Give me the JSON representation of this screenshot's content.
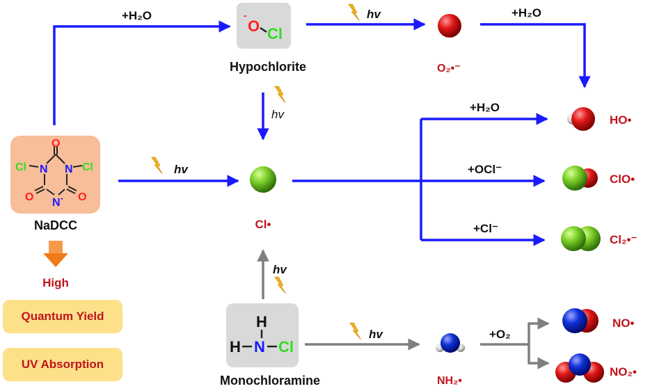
{
  "reagents": {
    "water_top_left": "+H₂O",
    "water_top_right": "+H₂O",
    "water_mid": "+H₂O",
    "ocl": "+OCl⁻",
    "cl": "+Cl⁻",
    "o2": "+O₂"
  },
  "light": {
    "hv1": "hv",
    "hv2": "hv",
    "hv3": "hv",
    "hv4": "hv",
    "hv5": "hv"
  },
  "nodes": {
    "hypochlorite": "Hypochlorite",
    "nadcc": "NaDCC",
    "monochloramine": "Monochloramine",
    "superoxide": "O₂•⁻",
    "cl_radical": "Cl•",
    "ho_radical": "HO•",
    "clo_radical": "ClO•",
    "cl2_radical": "Cl₂•⁻",
    "nh2_radical": "NH₂•",
    "no_radical": "NO•",
    "no2_radical": "NO₂•"
  },
  "structures": {
    "hypochlorite_o": "O",
    "hypochlorite_charge": "-",
    "hypochlorite_cl": "Cl",
    "mono_h_top": "H",
    "mono_h_left": "H",
    "mono_n": "N",
    "mono_cl": "Cl",
    "nadcc_cl_left": "Cl",
    "nadcc_cl_right": "Cl",
    "nadcc_n_left": "N",
    "nadcc_n_right": "N",
    "nadcc_n_bottom": "N",
    "nadcc_n_charge": "-",
    "nadcc_o_top": "O",
    "nadcc_o_left": "O",
    "nadcc_o_right": "O"
  },
  "properties": {
    "high": "High",
    "quantum_yield": "Quantum Yield",
    "uv_absorption": "UV Absorption"
  },
  "colors": {
    "blue_arrow": "#1a1aff",
    "gray_arrow": "#7f7f7f",
    "label_red": "#c0141c",
    "nadcc_box": "#f8bd99",
    "property_box": "#fde08a",
    "chlorine_green": "#33dd22",
    "nitrogen_blue": "#1a1aff",
    "oxygen_red": "#ff2020"
  }
}
